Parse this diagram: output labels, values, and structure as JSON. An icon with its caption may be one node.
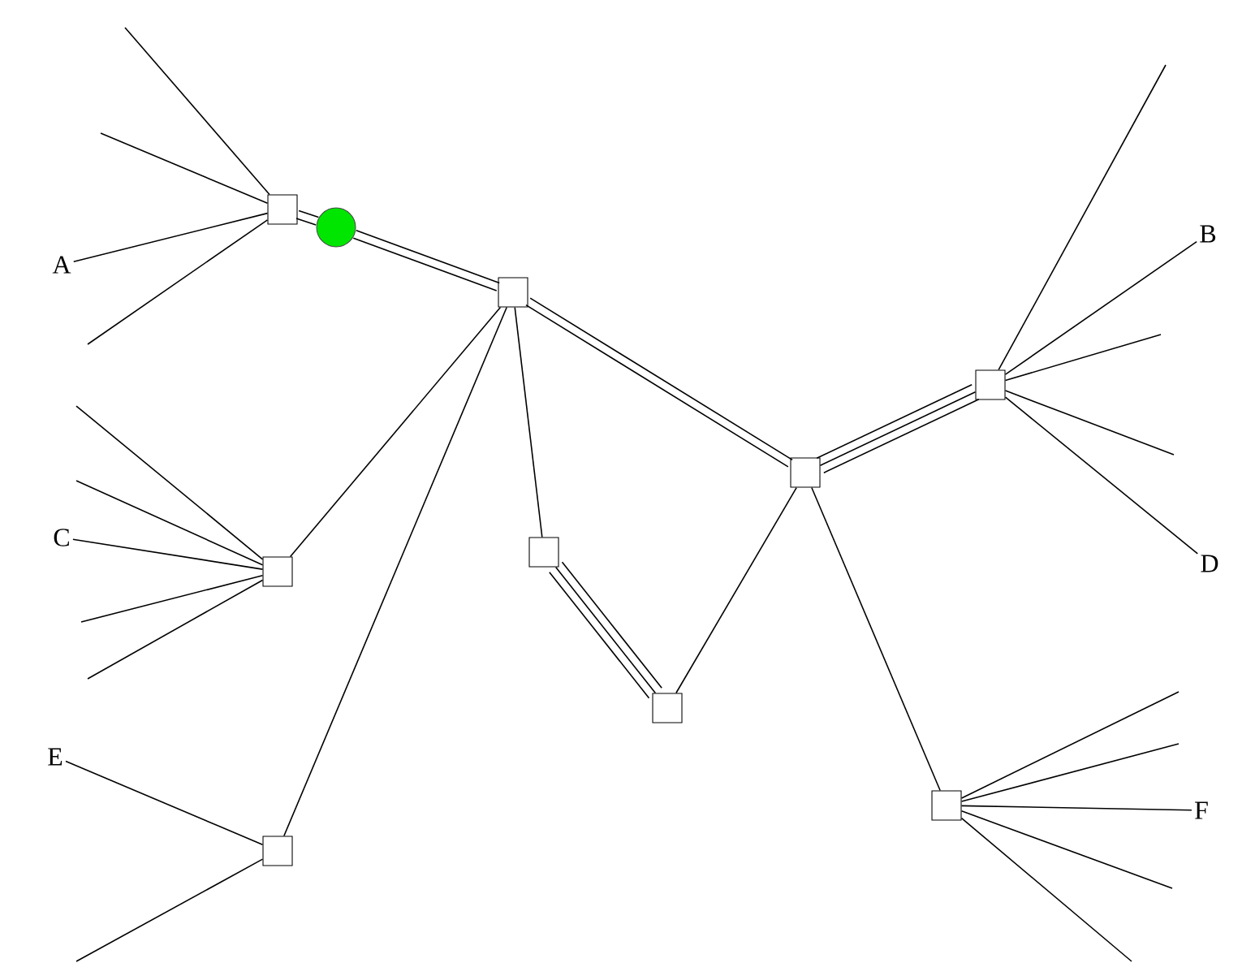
{
  "diagram": {
    "nodes": [
      {
        "text": [],
        "shape": "box"
      },
      {
        "text": [],
        "shape": "circle"
      },
      {
        "text": [
          "A"
        ]
      },
      {
        "text": [],
        "shape": "box"
      },
      {
        "text": [
          "B"
        ]
      },
      {
        "text": [],
        "shape": "box"
      },
      {
        "text": [],
        "shape": "box"
      },
      {
        "text": [
          "C"
        ]
      },
      {
        "text": [],
        "shape": "box"
      },
      {
        "text": [],
        "shape": "box"
      },
      {
        "text": [
          "D"
        ]
      },
      {
        "text": [],
        "shape": "box"
      },
      {
        "text": [
          "E"
        ]
      },
      {
        "text": [
          "F"
        ]
      },
      {
        "text": [],
        "shape": "box"
      },
      {
        "text": [],
        "shape": "box"
      }
    ],
    "edges": [
      {
        "from": 0,
        "to": null,
        "arrow": "none"
      },
      {
        "from": 0,
        "to": null,
        "arrow": "none"
      },
      {
        "from": 2,
        "to": 0,
        "arrow": "none"
      },
      {
        "from": 0,
        "to": null,
        "arrow": "none"
      },
      {
        "from": 0,
        "to": 1,
        "arrow": "none"
      },
      {
        "from": 0,
        "to": 1,
        "arrow": "none"
      },
      {
        "from": 3,
        "to": 6,
        "arrow": "none"
      },
      {
        "from": 3,
        "to": 6,
        "arrow": "none"
      },
      {
        "from": 3,
        "to": 8,
        "arrow": "none"
      },
      {
        "from": 3,
        "to": 15,
        "arrow": "none"
      },
      {
        "from": 3,
        "to": 9,
        "arrow": "none"
      },
      {
        "from": 9,
        "to": 11,
        "arrow": "none"
      },
      {
        "from": 9,
        "to": 11,
        "arrow": "none"
      },
      {
        "from": 9,
        "to": 11,
        "arrow": "none"
      },
      {
        "from": 11,
        "to": 6,
        "arrow": "none"
      },
      {
        "from": 6,
        "to": 5,
        "arrow": "none"
      },
      {
        "from": 6,
        "to": 5,
        "arrow": "none"
      },
      {
        "from": 6,
        "to": 5,
        "arrow": "none"
      },
      {
        "from": 6,
        "to": 14,
        "arrow": "none"
      },
      {
        "from": 5,
        "to": null,
        "arrow": "none"
      },
      {
        "from": 5,
        "to": 4,
        "arrow": "none"
      },
      {
        "from": 5,
        "to": null,
        "arrow": "none"
      },
      {
        "from": 5,
        "to": null,
        "arrow": "none"
      },
      {
        "from": 5,
        "to": 10,
        "arrow": "none"
      },
      {
        "from": 8,
        "to": null,
        "arrow": "none"
      },
      {
        "from": 8,
        "to": null,
        "arrow": "none"
      },
      {
        "from": 8,
        "to": 7,
        "arrow": "none"
      },
      {
        "from": 8,
        "to": null,
        "arrow": "none"
      },
      {
        "from": 8,
        "to": null,
        "arrow": "none"
      },
      {
        "from": 15,
        "to": 12,
        "arrow": "none"
      },
      {
        "from": 15,
        "to": null,
        "arrow": "none"
      },
      {
        "from": 14,
        "to": null,
        "arrow": "none"
      },
      {
        "from": 14,
        "to": null,
        "arrow": "none"
      },
      {
        "from": 14,
        "to": 13,
        "arrow": "none"
      },
      {
        "from": 14,
        "to": null,
        "arrow": "none"
      },
      {
        "from": 14,
        "to": null,
        "arrow": "none"
      },
      {
        "from": 1,
        "to": 3,
        "arrow": "none"
      },
      {
        "from": 1,
        "to": 3,
        "arrow": "none"
      }
    ]
  }
}
